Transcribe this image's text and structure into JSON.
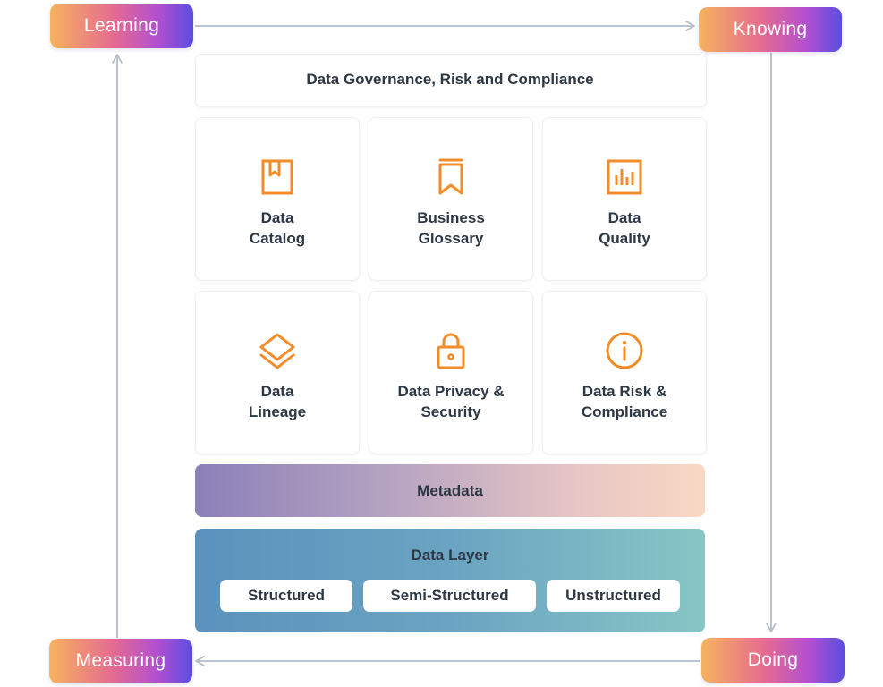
{
  "cycle": {
    "learning": "Learning",
    "knowing": "Knowing",
    "doing": "Doing",
    "measuring": "Measuring"
  },
  "governance": {
    "title": "Data Governance, Risk and Compliance",
    "tiles": [
      {
        "line1": "Data",
        "line2": "Catalog",
        "icon": "bookmark-book-icon"
      },
      {
        "line1": "Business",
        "line2": "Glossary",
        "icon": "bookmark-icon"
      },
      {
        "line1": "Data",
        "line2": "Quality",
        "icon": "bar-chart-icon"
      },
      {
        "line1": "Data",
        "line2": "Lineage",
        "icon": "layers-icon"
      },
      {
        "line1": "Data Privacy &",
        "line2": "Security",
        "icon": "padlock-icon"
      },
      {
        "line1": "Data Risk &",
        "line2": "Compliance",
        "icon": "info-icon"
      }
    ]
  },
  "metadata": {
    "label": "Metadata"
  },
  "data_layer": {
    "title": "Data Layer",
    "types": [
      "Structured",
      "Semi-Structured",
      "Unstructured"
    ]
  },
  "colors": {
    "icon_orange": "#f28c28",
    "arrow_gray": "#b3bcc8",
    "text_dark": "#2e3744"
  }
}
